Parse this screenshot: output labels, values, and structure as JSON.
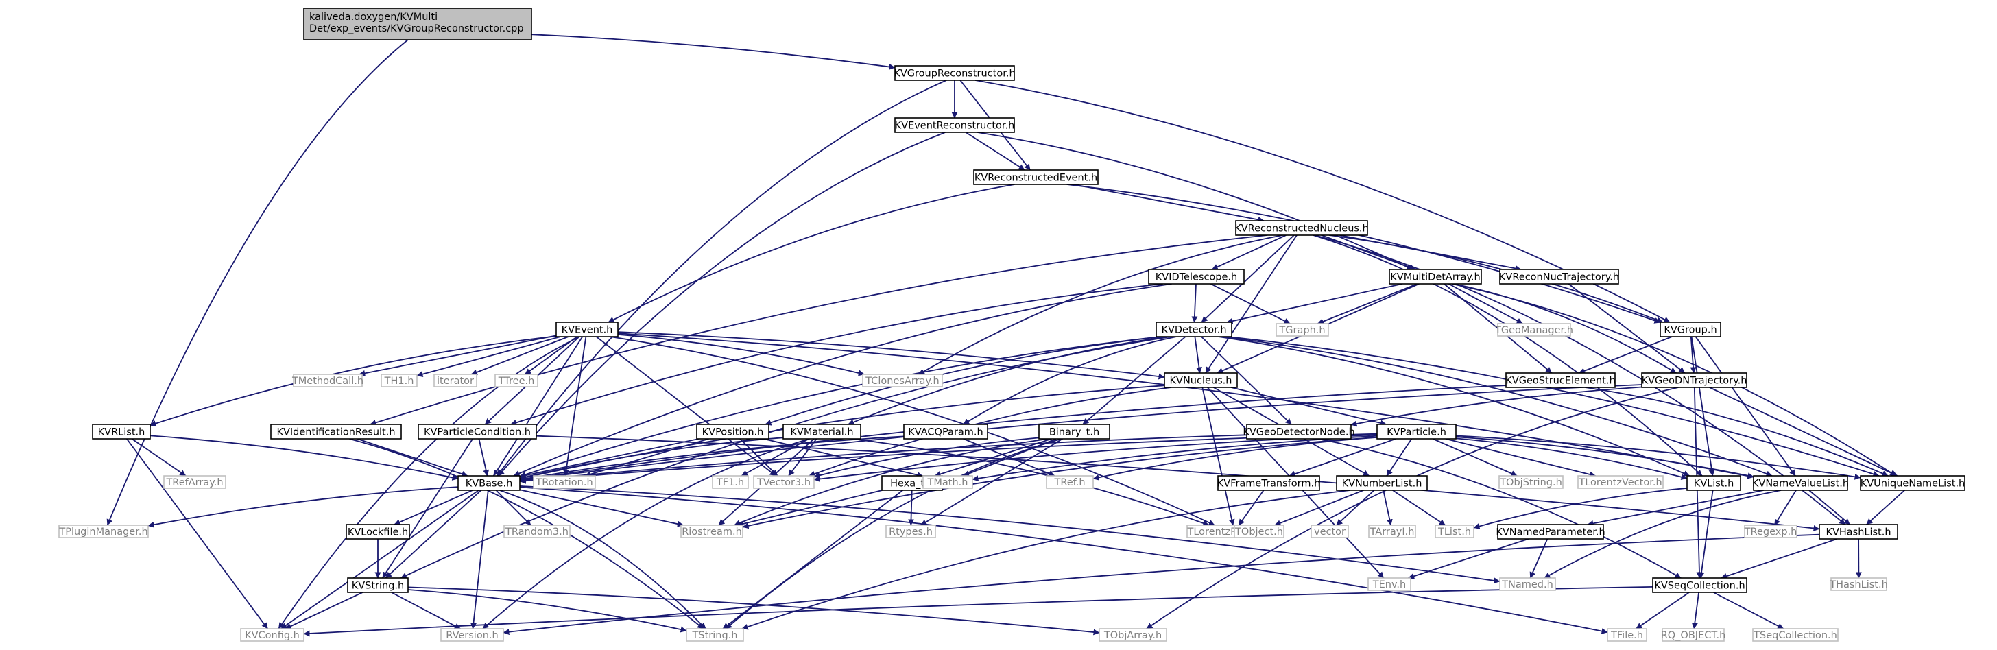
{
  "colors": {
    "edge": "#191970",
    "root_fill": "#bfbfbf",
    "node_border": "#000000",
    "external_border": "#bfbfbf",
    "external_text": "#808080",
    "background": "#ffffff"
  },
  "nodes": {
    "root": {
      "lines": [
        "kaliveda.doxygen/KVMulti",
        "Det/exp_events/KVGroupReconstructor.cpp"
      ],
      "kind": "root"
    },
    "groupRecon": {
      "lines": [
        "KVGroupReconstructor.h"
      ],
      "kind": "internal"
    },
    "eventRecon": {
      "lines": [
        "KVEventReconstructor.h"
      ],
      "kind": "internal"
    },
    "reconEvent": {
      "lines": [
        "KVReconstructedEvent.h"
      ],
      "kind": "internal"
    },
    "reconNucleus": {
      "lines": [
        "KVReconstructedNucleus.h"
      ],
      "kind": "internal"
    },
    "idTelescope": {
      "lines": [
        "KVIDTelescope.h"
      ],
      "kind": "internal"
    },
    "multiDet": {
      "lines": [
        "KVMultiDetArray.h"
      ],
      "kind": "internal"
    },
    "reconNucTraj": {
      "lines": [
        "KVReconNucTrajectory.h"
      ],
      "kind": "internal"
    },
    "event": {
      "lines": [
        "KVEvent.h"
      ],
      "kind": "internal"
    },
    "detector": {
      "lines": [
        "KVDetector.h"
      ],
      "kind": "internal"
    },
    "group": {
      "lines": [
        "KVGroup.h"
      ],
      "kind": "internal"
    },
    "tgraph": {
      "lines": [
        "TGraph.h"
      ],
      "kind": "external"
    },
    "tgeomanager": {
      "lines": [
        "TGeoManager.h"
      ],
      "kind": "external"
    },
    "tmethodcall": {
      "lines": [
        "TMethodCall.h"
      ],
      "kind": "external"
    },
    "th1": {
      "lines": [
        "TH1.h"
      ],
      "kind": "external"
    },
    "iterator": {
      "lines": [
        "iterator"
      ],
      "kind": "external"
    },
    "ttree": {
      "lines": [
        "TTree.h"
      ],
      "kind": "external"
    },
    "tclonesarray": {
      "lines": [
        "TClonesArray.h"
      ],
      "kind": "external"
    },
    "nucleus": {
      "lines": [
        "KVNucleus.h"
      ],
      "kind": "internal"
    },
    "geoStruc": {
      "lines": [
        "KVGeoStrucElement.h"
      ],
      "kind": "internal"
    },
    "geoDNTraj": {
      "lines": [
        "KVGeoDNTrajectory.h"
      ],
      "kind": "internal"
    },
    "rlist": {
      "lines": [
        "KVRList.h"
      ],
      "kind": "internal"
    },
    "idResult": {
      "lines": [
        "KVIdentificationResult.h"
      ],
      "kind": "internal"
    },
    "partCond": {
      "lines": [
        "KVParticleCondition.h"
      ],
      "kind": "internal"
    },
    "position": {
      "lines": [
        "KVPosition.h"
      ],
      "kind": "internal"
    },
    "material": {
      "lines": [
        "KVMaterial.h"
      ],
      "kind": "internal"
    },
    "acqParam": {
      "lines": [
        "KVACQParam.h"
      ],
      "kind": "internal"
    },
    "binary": {
      "lines": [
        "Binary_t.h"
      ],
      "kind": "internal"
    },
    "geoDetNode": {
      "lines": [
        "KVGeoDetectorNode.h"
      ],
      "kind": "internal"
    },
    "particle": {
      "lines": [
        "KVParticle.h"
      ],
      "kind": "internal"
    },
    "trefarray": {
      "lines": [
        "TRefArray.h"
      ],
      "kind": "external"
    },
    "base": {
      "lines": [
        "KVBase.h"
      ],
      "kind": "internal"
    },
    "trotation": {
      "lines": [
        "TRotation.h"
      ],
      "kind": "external"
    },
    "tf1": {
      "lines": [
        "TF1.h"
      ],
      "kind": "external"
    },
    "tvector3": {
      "lines": [
        "TVector3.h"
      ],
      "kind": "external"
    },
    "hexa": {
      "lines": [
        "Hexa_t.h"
      ],
      "kind": "internal"
    },
    "tmath": {
      "lines": [
        "TMath.h"
      ],
      "kind": "external"
    },
    "tref": {
      "lines": [
        "TRef.h"
      ],
      "kind": "external"
    },
    "frameTransform": {
      "lines": [
        "KVFrameTransform.h"
      ],
      "kind": "internal"
    },
    "numberList": {
      "lines": [
        "KVNumberList.h"
      ],
      "kind": "internal"
    },
    "tobjstring": {
      "lines": [
        "TObjString.h"
      ],
      "kind": "external"
    },
    "tlorentzvector": {
      "lines": [
        "TLorentzVector.h"
      ],
      "kind": "external"
    },
    "kvlist": {
      "lines": [
        "KVList.h"
      ],
      "kind": "internal"
    },
    "nameValueList": {
      "lines": [
        "KVNameValueList.h"
      ],
      "kind": "internal"
    },
    "uniqueNameList": {
      "lines": [
        "KVUniqueNameList.h"
      ],
      "kind": "internal"
    },
    "tpluginmanager": {
      "lines": [
        "TPluginManager.h"
      ],
      "kind": "external"
    },
    "lockfile": {
      "lines": [
        "KVLockfile.h"
      ],
      "kind": "internal"
    },
    "trandom3": {
      "lines": [
        "TRandom3.h"
      ],
      "kind": "external"
    },
    "riostream": {
      "lines": [
        "Riostream.h"
      ],
      "kind": "external"
    },
    "rtypes": {
      "lines": [
        "Rtypes.h"
      ],
      "kind": "external"
    },
    "tlorentzrotation": {
      "lines": [
        "TLorentzRotation.h"
      ],
      "kind": "external"
    },
    "tobject": {
      "lines": [
        "TObject.h"
      ],
      "kind": "external"
    },
    "vector": {
      "lines": [
        "vector"
      ],
      "kind": "external"
    },
    "tarrayi": {
      "lines": [
        "TArrayI.h"
      ],
      "kind": "external"
    },
    "tlist": {
      "lines": [
        "TList.h"
      ],
      "kind": "external"
    },
    "namedParam": {
      "lines": [
        "KVNamedParameter.h"
      ],
      "kind": "internal"
    },
    "hashList": {
      "lines": [
        "KVHashList.h"
      ],
      "kind": "internal"
    },
    "tregexp": {
      "lines": [
        "TRegexp.h"
      ],
      "kind": "external"
    },
    "string": {
      "lines": [
        "KVString.h"
      ],
      "kind": "internal"
    },
    "tenv": {
      "lines": [
        "TEnv.h"
      ],
      "kind": "external"
    },
    "tnamed": {
      "lines": [
        "TNamed.h"
      ],
      "kind": "external"
    },
    "seqCollection": {
      "lines": [
        "KVSeqCollection.h"
      ],
      "kind": "internal"
    },
    "thashlist": {
      "lines": [
        "THashList.h"
      ],
      "kind": "external"
    },
    "kvconfig": {
      "lines": [
        "KVConfig.h"
      ],
      "kind": "external"
    },
    "rversion": {
      "lines": [
        "RVersion.h"
      ],
      "kind": "external"
    },
    "tstring": {
      "lines": [
        "TString.h"
      ],
      "kind": "external"
    },
    "tobjarray": {
      "lines": [
        "TObjArray.h"
      ],
      "kind": "external"
    },
    "tfile": {
      "lines": [
        "TFile.h"
      ],
      "kind": "external"
    },
    "rqobject": {
      "lines": [
        "RQ_OBJECT.h"
      ],
      "kind": "external"
    },
    "tseqcollection": {
      "lines": [
        "TSeqCollection.h"
      ],
      "kind": "external"
    }
  },
  "edges": [
    [
      "root",
      "groupRecon"
    ],
    [
      "root",
      "tpluginmanager"
    ],
    [
      "groupRecon",
      "eventRecon"
    ],
    [
      "groupRecon",
      "reconEvent"
    ],
    [
      "groupRecon",
      "group"
    ],
    [
      "groupRecon",
      "base"
    ],
    [
      "eventRecon",
      "reconEvent"
    ],
    [
      "eventRecon",
      "multiDet"
    ],
    [
      "eventRecon",
      "base"
    ],
    [
      "reconEvent",
      "reconNucleus"
    ],
    [
      "reconEvent",
      "event"
    ],
    [
      "reconEvent",
      "group"
    ],
    [
      "reconNucleus",
      "idTelescope"
    ],
    [
      "reconNucleus",
      "multiDet"
    ],
    [
      "reconNucleus",
      "reconNucTraj"
    ],
    [
      "reconNucleus",
      "detector"
    ],
    [
      "reconNucleus",
      "nucleus"
    ],
    [
      "reconNucleus",
      "group"
    ],
    [
      "reconNucleus",
      "tclonesarray"
    ],
    [
      "reconNucleus",
      "kvlist"
    ],
    [
      "reconNucleus",
      "hashList"
    ],
    [
      "reconNucleus",
      "idResult"
    ],
    [
      "idTelescope",
      "detector"
    ],
    [
      "idTelescope",
      "tgraph"
    ],
    [
      "idTelescope",
      "base"
    ],
    [
      "idTelescope",
      "partCond"
    ],
    [
      "multiDet",
      "detector"
    ],
    [
      "multiDet",
      "tgraph"
    ],
    [
      "multiDet",
      "tgeomanager"
    ],
    [
      "multiDet",
      "nucleus"
    ],
    [
      "multiDet",
      "geoStruc"
    ],
    [
      "multiDet",
      "geoDNTraj"
    ],
    [
      "multiDet",
      "uniqueNameList"
    ],
    [
      "reconNucTraj",
      "geoDNTraj"
    ],
    [
      "event",
      "tmethodcall"
    ],
    [
      "event",
      "th1"
    ],
    [
      "event",
      "iterator"
    ],
    [
      "event",
      "ttree"
    ],
    [
      "event",
      "tclonesarray"
    ],
    [
      "event",
      "nucleus"
    ],
    [
      "event",
      "rlist"
    ],
    [
      "event",
      "base"
    ],
    [
      "event",
      "trotation"
    ],
    [
      "event",
      "tvector3"
    ],
    [
      "event",
      "kvconfig"
    ],
    [
      "event",
      "nameValueList"
    ],
    [
      "event",
      "tlorentzrotation"
    ],
    [
      "event",
      "partCond"
    ],
    [
      "detector",
      "nucleus"
    ],
    [
      "detector",
      "position"
    ],
    [
      "detector",
      "material"
    ],
    [
      "detector",
      "acqParam"
    ],
    [
      "detector",
      "binary"
    ],
    [
      "detector",
      "geoDetNode"
    ],
    [
      "detector",
      "base"
    ],
    [
      "detector",
      "kvlist"
    ],
    [
      "detector",
      "nameValueList"
    ],
    [
      "detector",
      "uniqueNameList"
    ],
    [
      "detector",
      "string"
    ],
    [
      "group",
      "geoStruc"
    ],
    [
      "group",
      "geoDNTraj"
    ],
    [
      "group",
      "kvlist"
    ],
    [
      "group",
      "nameValueList"
    ],
    [
      "nucleus",
      "particle"
    ],
    [
      "nucleus",
      "base"
    ],
    [
      "nucleus",
      "tlorentzrotation"
    ],
    [
      "nucleus",
      "tenv"
    ],
    [
      "nucleus",
      "tvector3"
    ],
    [
      "nucleus",
      "numberList"
    ],
    [
      "geoStruc",
      "base"
    ],
    [
      "geoStruc",
      "uniqueNameList"
    ],
    [
      "geoDNTraj",
      "geoDetNode"
    ],
    [
      "geoDNTraj",
      "uniqueNameList"
    ],
    [
      "geoDNTraj",
      "seqCollection"
    ],
    [
      "geoDNTraj",
      "tobjarray"
    ],
    [
      "geoDNTraj",
      "base"
    ],
    [
      "rlist",
      "base"
    ],
    [
      "rlist",
      "trefarray"
    ],
    [
      "rlist",
      "kvconfig"
    ],
    [
      "idResult",
      "base"
    ],
    [
      "idResult",
      "tstring"
    ],
    [
      "partCond",
      "base"
    ],
    [
      "partCond",
      "string"
    ],
    [
      "partCond",
      "hashList"
    ],
    [
      "position",
      "base"
    ],
    [
      "position",
      "tvector3"
    ],
    [
      "position",
      "trotation"
    ],
    [
      "position",
      "tmath"
    ],
    [
      "material",
      "base"
    ],
    [
      "material",
      "tf1"
    ],
    [
      "material",
      "tvector3"
    ],
    [
      "material",
      "riostream"
    ],
    [
      "material",
      "rversion"
    ],
    [
      "material",
      "tlorentzrotation"
    ],
    [
      "acqParam",
      "base"
    ],
    [
      "acqParam",
      "tref"
    ],
    [
      "binary",
      "tvector3"
    ],
    [
      "binary",
      "hexa"
    ],
    [
      "binary",
      "rtypes"
    ],
    [
      "binary",
      "tstring"
    ],
    [
      "binary",
      "tmath"
    ],
    [
      "binary",
      "riostream"
    ],
    [
      "geoDetNode",
      "base"
    ],
    [
      "geoDetNode",
      "seqCollection"
    ],
    [
      "particle",
      "base"
    ],
    [
      "particle",
      "tvector3"
    ],
    [
      "particle",
      "tmath"
    ],
    [
      "particle",
      "tref"
    ],
    [
      "particle",
      "frameTransform"
    ],
    [
      "particle",
      "numberList"
    ],
    [
      "particle",
      "tobjstring"
    ],
    [
      "particle",
      "tlorentzvector"
    ],
    [
      "particle",
      "kvlist"
    ],
    [
      "particle",
      "nameValueList"
    ],
    [
      "particle",
      "uniqueNameList"
    ],
    [
      "particle",
      "riostream"
    ],
    [
      "base",
      "tpluginmanager"
    ],
    [
      "base",
      "lockfile"
    ],
    [
      "base",
      "trandom3"
    ],
    [
      "base",
      "riostream"
    ],
    [
      "base",
      "string"
    ],
    [
      "base",
      "kvconfig"
    ],
    [
      "base",
      "rversion"
    ],
    [
      "base",
      "tstring"
    ],
    [
      "base",
      "tnamed"
    ],
    [
      "base",
      "tfile"
    ],
    [
      "hexa",
      "riostream"
    ],
    [
      "hexa",
      "rtypes"
    ],
    [
      "hexa",
      "tstring"
    ],
    [
      "frameTransform",
      "tlorentzrotation"
    ],
    [
      "numberList",
      "tobject"
    ],
    [
      "numberList",
      "vector"
    ],
    [
      "numberList",
      "tarrayi"
    ],
    [
      "numberList",
      "tlist"
    ],
    [
      "numberList",
      "tstring"
    ],
    [
      "kvlist",
      "tlist"
    ],
    [
      "kvlist",
      "seqCollection"
    ],
    [
      "nameValueList",
      "namedParam"
    ],
    [
      "nameValueList",
      "hashList"
    ],
    [
      "nameValueList",
      "tregexp"
    ],
    [
      "nameValueList",
      "tnamed"
    ],
    [
      "uniqueNameList",
      "hashList"
    ],
    [
      "lockfile",
      "string"
    ],
    [
      "namedParam",
      "tnamed"
    ],
    [
      "namedParam",
      "tenv"
    ],
    [
      "hashList",
      "seqCollection"
    ],
    [
      "hashList",
      "thashlist"
    ],
    [
      "hashList",
      "rversion"
    ],
    [
      "string",
      "kvconfig"
    ],
    [
      "string",
      "rversion"
    ],
    [
      "string",
      "tstring"
    ],
    [
      "string",
      "tobjarray"
    ],
    [
      "seqCollection",
      "tfile"
    ],
    [
      "seqCollection",
      "rqobject"
    ],
    [
      "seqCollection",
      "tseqcollection"
    ],
    [
      "seqCollection",
      "kvconfig"
    ]
  ]
}
